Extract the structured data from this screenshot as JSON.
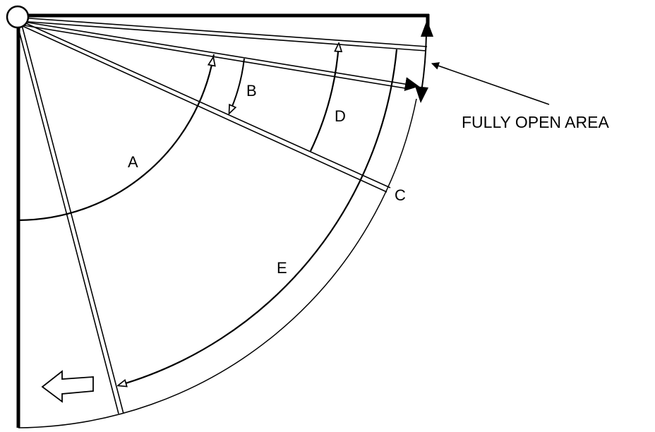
{
  "diagram": {
    "labels": {
      "a": "A",
      "b": "B",
      "c": "C",
      "d": "D",
      "e": "E",
      "fully_open_area": "FULLY OPEN AREA"
    },
    "colors": {
      "stroke": "#000000",
      "arrow_hollow_fill": "#ffffff",
      "background": "#ffffff"
    },
    "icons": {
      "pivot": "pivot-circle-icon",
      "direction": "left-arrow-icon"
    }
  }
}
